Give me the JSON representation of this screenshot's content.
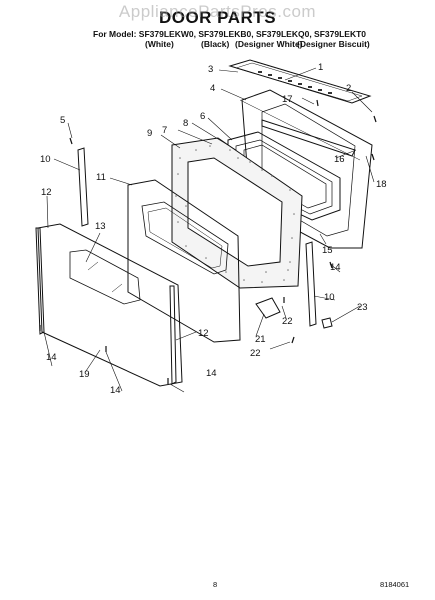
{
  "watermark": "AppliancePartsPros.com",
  "title": "DOOR PARTS",
  "models_line": "For Model: SF379LEKW0, SF379LEKB0, SF379LEKQ0, SF379LEKT0",
  "variants": [
    "(White)",
    "(Black)",
    "(Designer White)",
    "(Designer Biscuit)"
  ],
  "callouts": [
    "1",
    "2",
    "3",
    "4",
    "5",
    "6",
    "7",
    "8",
    "9",
    "10",
    "10",
    "11",
    "12",
    "12",
    "13",
    "14",
    "14",
    "14",
    "14",
    "15",
    "16",
    "17",
    "18",
    "19",
    "21",
    "22",
    "22",
    "23"
  ],
  "footer": {
    "page": "8",
    "doc_number": "8184061"
  }
}
